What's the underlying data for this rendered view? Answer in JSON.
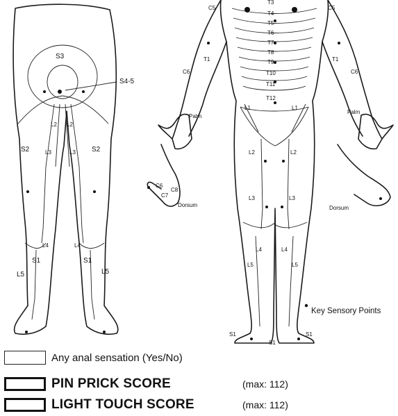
{
  "diagram": {
    "back_view": {
      "labels": {
        "s3": "S3",
        "s45": "S4-5",
        "s2_left": "S2",
        "s2_right": "S2",
        "l2_left": "L2",
        "l2_right": "L2",
        "l3_left": "L3",
        "l3_right": "L3",
        "l4_left": "L4",
        "l4_right": "L4",
        "l5_left": "L5",
        "l5_right": "L5",
        "s1_left": "S1",
        "s1_right": "S1"
      }
    },
    "front_view": {
      "labels": {
        "c5_left": "C5",
        "c5_right": "C5",
        "c6_left": "C6",
        "c6_right": "C6",
        "t1_left": "T1",
        "t1_right": "T1",
        "thoracic": [
          "T3",
          "T4",
          "T5",
          "T6",
          "T7",
          "T8",
          "T9",
          "T10",
          "T11",
          "T12"
        ],
        "palm_left": "Palm",
        "palm_right": "Palm",
        "l1_left": "L1",
        "l1_right": "L1",
        "l2_left": "L2",
        "l2_right": "L2",
        "l3_left": "L3",
        "l3_right": "L3",
        "l4_left": "L4",
        "l4_right": "L4",
        "l5_left": "L5",
        "l5_right": "L5",
        "s1_left": "S1",
        "s1_center": "S1",
        "s1_right": "S1",
        "dorsum_left": "Dorsum",
        "dorsum_right": "Dorsum",
        "hand_c6": "C6",
        "hand_c7": "C7",
        "hand_c8": "C8"
      }
    },
    "legend": {
      "key_sensory_points": "Key Sensory Points"
    }
  },
  "form": {
    "anal_sensation_label": "Any anal sensation (Yes/No)",
    "pin_prick_label": "PIN PRICK SCORE",
    "pin_prick_max": "(max: 112)",
    "light_touch_label": "LIGHT TOUCH SCORE",
    "light_touch_max": "(max: 112)"
  }
}
